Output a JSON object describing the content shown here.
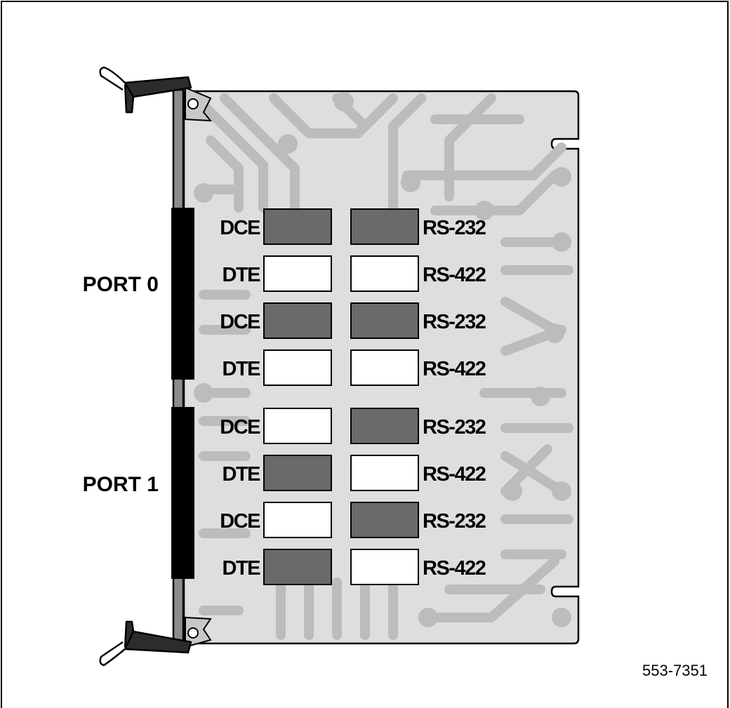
{
  "figure_id": "553-7351",
  "colors": {
    "board": "#dedede",
    "traces": "#bcbcbc",
    "switch_on": "#6a6a6a",
    "switch_off": "#ffffff",
    "connector": "#000000",
    "outline": "#000000"
  },
  "ports": [
    {
      "label": "PORT 0",
      "rows": [
        {
          "left_label": "DCE",
          "right_label": "RS-232",
          "left_on": true,
          "right_on": true
        },
        {
          "left_label": "DTE",
          "right_label": "RS-422",
          "left_on": false,
          "right_on": false
        },
        {
          "left_label": "DCE",
          "right_label": "RS-232",
          "left_on": true,
          "right_on": true
        },
        {
          "left_label": "DTE",
          "right_label": "RS-422",
          "left_on": false,
          "right_on": false
        }
      ]
    },
    {
      "label": "PORT 1",
      "rows": [
        {
          "left_label": "DCE",
          "right_label": "RS-232",
          "left_on": false,
          "right_on": true
        },
        {
          "left_label": "DTE",
          "right_label": "RS-422",
          "left_on": true,
          "right_on": false
        },
        {
          "left_label": "DCE",
          "right_label": "RS-232",
          "left_on": false,
          "right_on": true
        },
        {
          "left_label": "DTE",
          "right_label": "RS-422",
          "left_on": true,
          "right_on": false
        }
      ]
    }
  ]
}
